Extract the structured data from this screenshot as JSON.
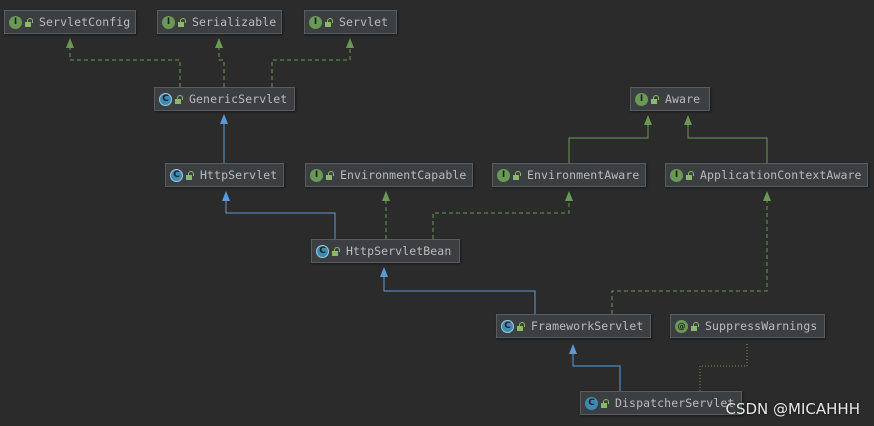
{
  "diagram": {
    "colors": {
      "background": "#2b2b2b",
      "node_fill": "#3c3f41",
      "node_border": "#5a5d5f",
      "text": "#bbbbbb",
      "implements_edge": "#6a9955",
      "extends_edge": "#5b9bd5",
      "annotation_edge": "#8a8a5a"
    },
    "nodes": {
      "servletconfig": {
        "label": "ServletConfig",
        "kind": "interface",
        "badge": "I"
      },
      "serializable": {
        "label": "Serializable",
        "kind": "interface",
        "badge": "I"
      },
      "servlet": {
        "label": "Servlet",
        "kind": "interface",
        "badge": "I"
      },
      "genericservlet": {
        "label": "GenericServlet",
        "kind": "abstract",
        "badge": "C"
      },
      "aware": {
        "label": "Aware",
        "kind": "interface",
        "badge": "I"
      },
      "httpservlet": {
        "label": "HttpServlet",
        "kind": "abstract",
        "badge": "C"
      },
      "environmentcapable": {
        "label": "EnvironmentCapable",
        "kind": "interface",
        "badge": "I"
      },
      "environmentaware": {
        "label": "EnvironmentAware",
        "kind": "interface",
        "badge": "I"
      },
      "applicationcontextaware": {
        "label": "ApplicationContextAware",
        "kind": "interface",
        "badge": "I"
      },
      "httpservletbean": {
        "label": "HttpServletBean",
        "kind": "abstract",
        "badge": "C"
      },
      "frameworkservlet": {
        "label": "FrameworkServlet",
        "kind": "abstract",
        "badge": "C"
      },
      "suppresswarnings": {
        "label": "SuppressWarnings",
        "kind": "annotation",
        "badge": "@"
      },
      "dispatcherservlet": {
        "label": "DispatcherServlet",
        "kind": "class",
        "badge": "C"
      }
    },
    "edges": [
      {
        "from": "genericservlet",
        "to": "servletconfig",
        "type": "implements"
      },
      {
        "from": "genericservlet",
        "to": "serializable",
        "type": "implements"
      },
      {
        "from": "genericservlet",
        "to": "servlet",
        "type": "implements"
      },
      {
        "from": "httpservlet",
        "to": "genericservlet",
        "type": "extends"
      },
      {
        "from": "environmentaware",
        "to": "aware",
        "type": "extends"
      },
      {
        "from": "applicationcontextaware",
        "to": "aware",
        "type": "extends"
      },
      {
        "from": "httpservletbean",
        "to": "httpservlet",
        "type": "extends"
      },
      {
        "from": "httpservletbean",
        "to": "environmentcapable",
        "type": "implements"
      },
      {
        "from": "httpservletbean",
        "to": "environmentaware",
        "type": "implements"
      },
      {
        "from": "frameworkservlet",
        "to": "httpservletbean",
        "type": "extends"
      },
      {
        "from": "frameworkservlet",
        "to": "applicationcontextaware",
        "type": "implements"
      },
      {
        "from": "dispatcherservlet",
        "to": "frameworkservlet",
        "type": "extends"
      },
      {
        "from": "dispatcherservlet",
        "to": "suppresswarnings",
        "type": "annotated"
      }
    ],
    "watermark": "CSDN @MICAHHH"
  }
}
